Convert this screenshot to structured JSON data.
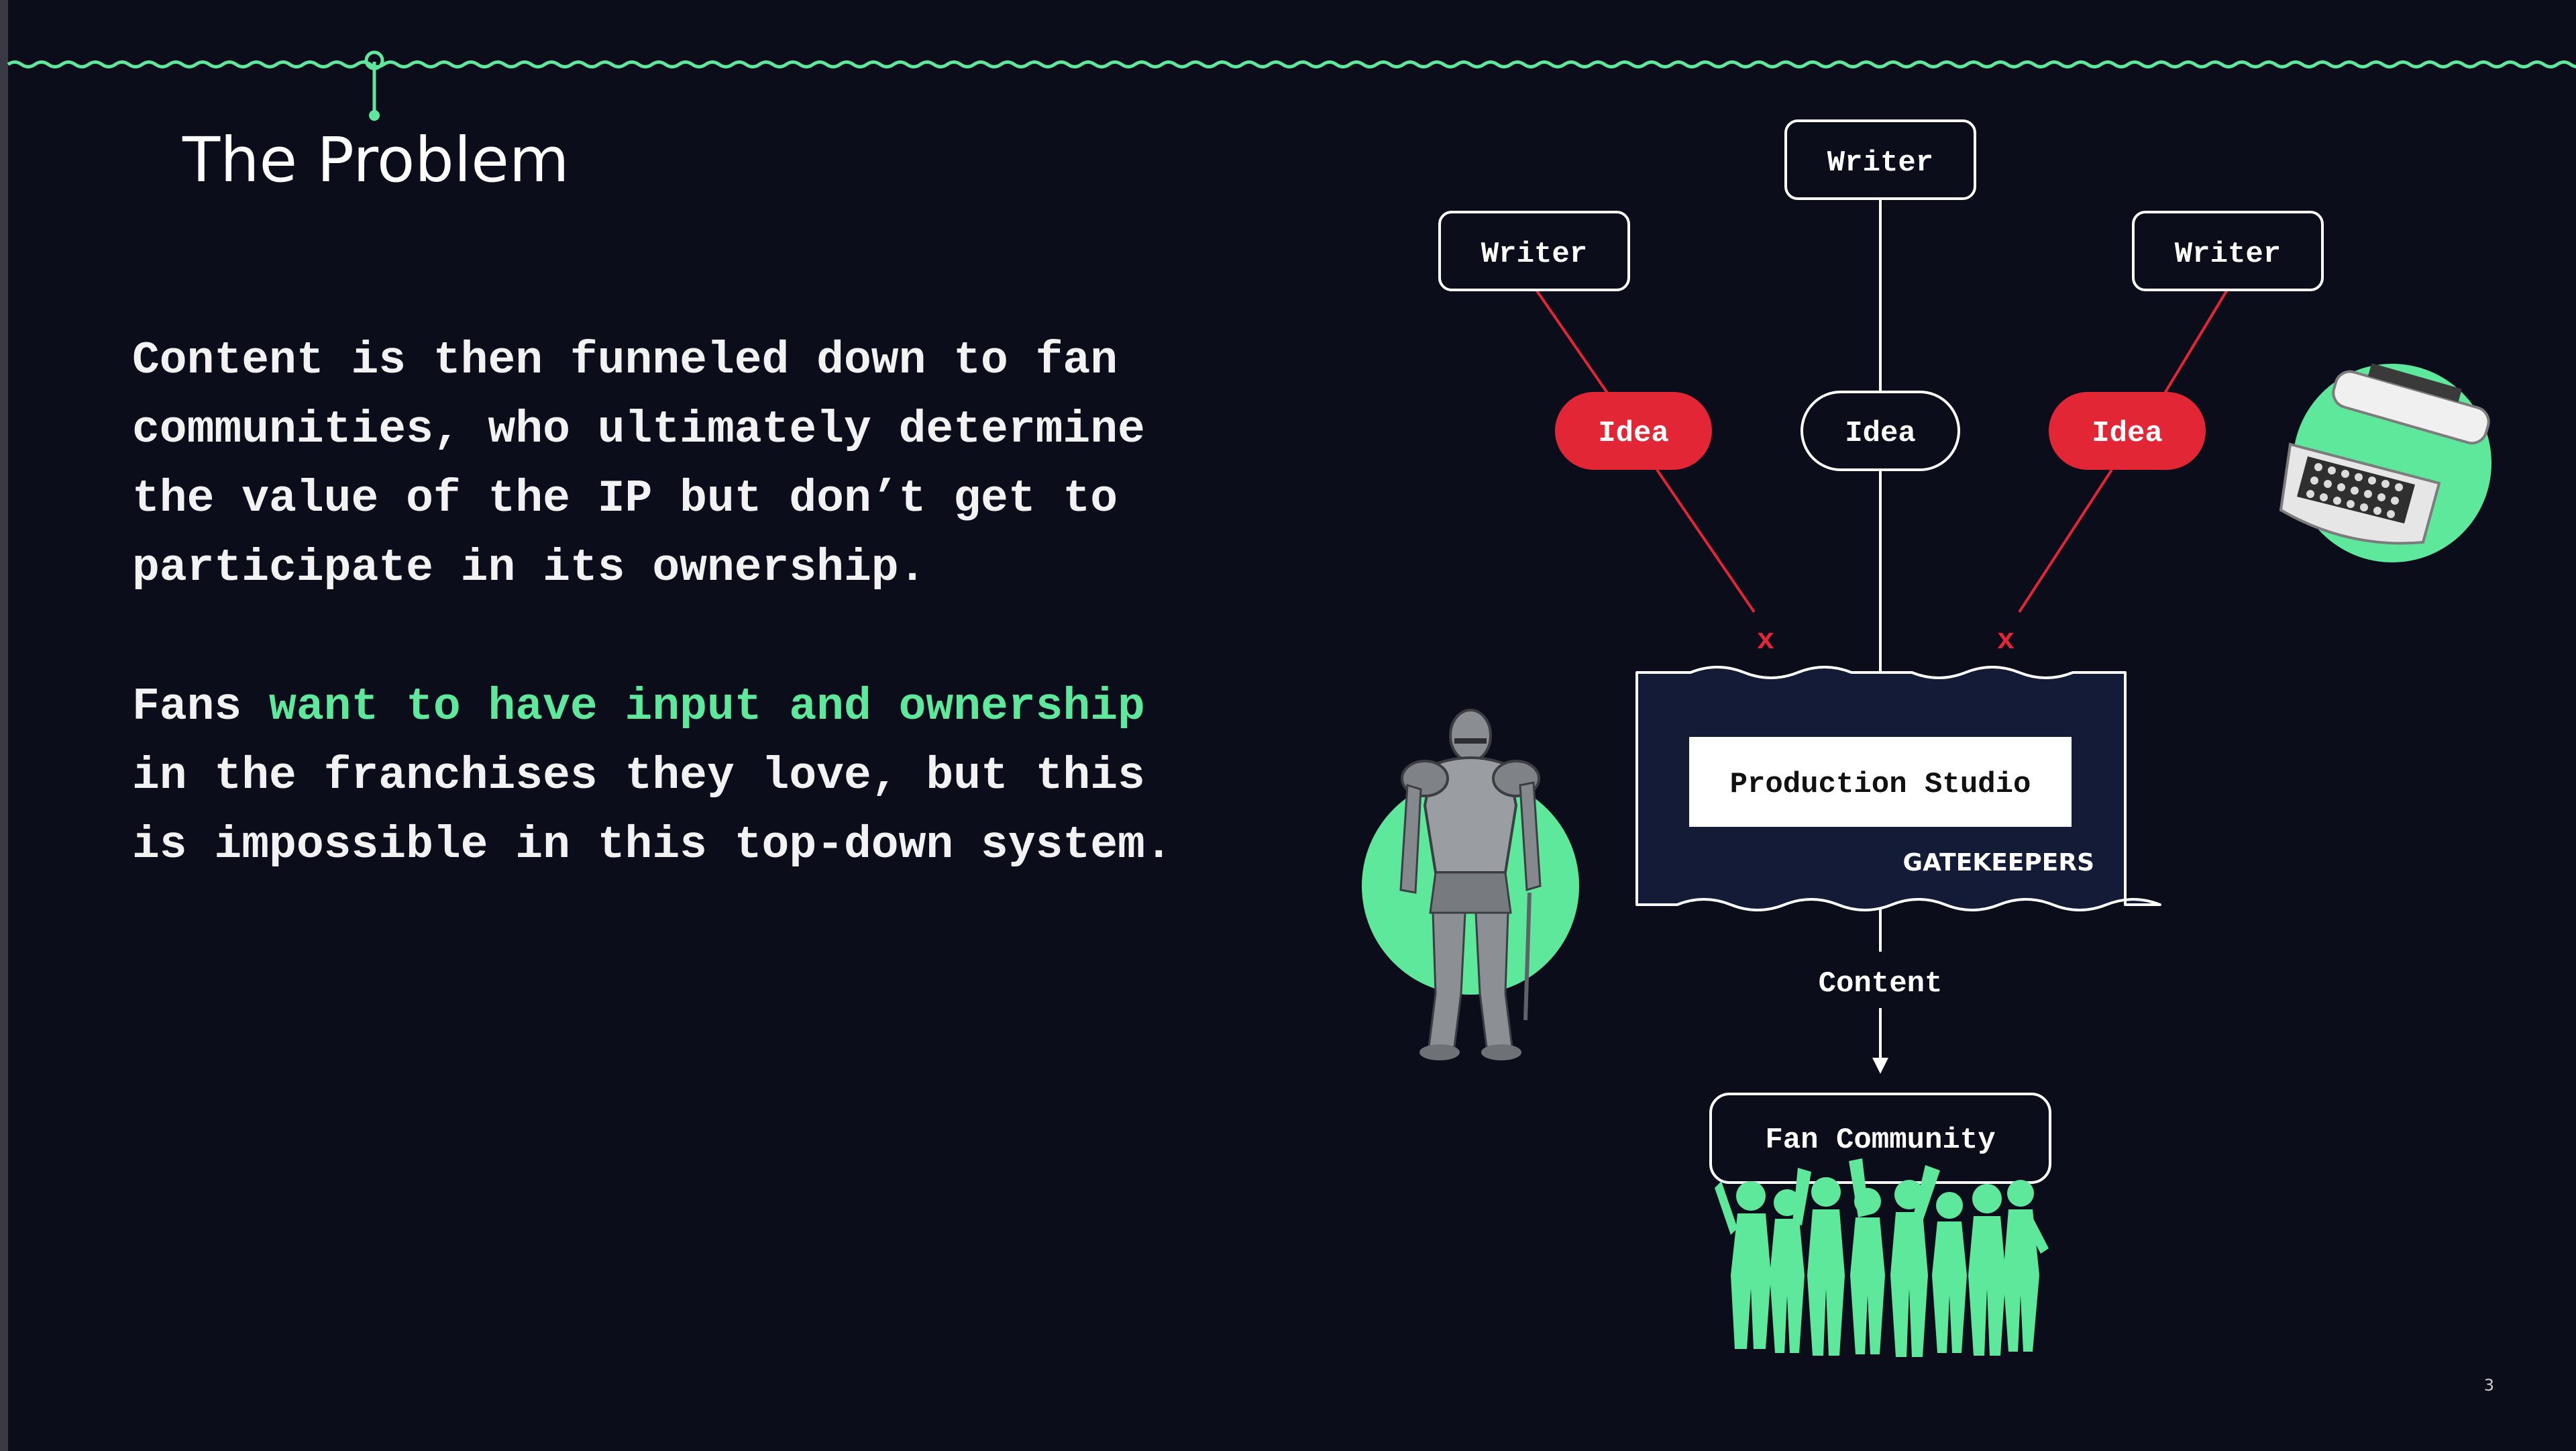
{
  "slide": {
    "title": "The Problem",
    "paragraph1": "Content is then funneled down to fan\ncommunities, who ultimately determine\nthe value of the IP but don’t get to\nparticipate in its ownership.",
    "paragraph2": {
      "prefix": "Fans ",
      "highlight": "want to have input and ownership",
      "suffix": "\nin the franchises they love, but this\nis impossible in this top-down system."
    },
    "page_number": "3"
  },
  "diagram": {
    "writers": [
      "Writer",
      "Writer",
      "Writer"
    ],
    "ideas": [
      {
        "label": "Idea",
        "status": "rejected"
      },
      {
        "label": "Idea",
        "status": "accepted"
      },
      {
        "label": "Idea",
        "status": "rejected"
      }
    ],
    "reject_marks": [
      "x",
      "x"
    ],
    "studio": "Production Studio",
    "gatekeepers": "GATEKEEPERS",
    "flow_label": "Content",
    "fan_community": "Fan Community",
    "illustrations": [
      "knight-armor-icon",
      "typewriter-icon",
      "crowd-silhouette-icon"
    ]
  },
  "colors": {
    "background": "#0c0d1b",
    "accent_green": "#5ee89c",
    "reject_red": "#e32636",
    "line_white": "#ffffff"
  }
}
